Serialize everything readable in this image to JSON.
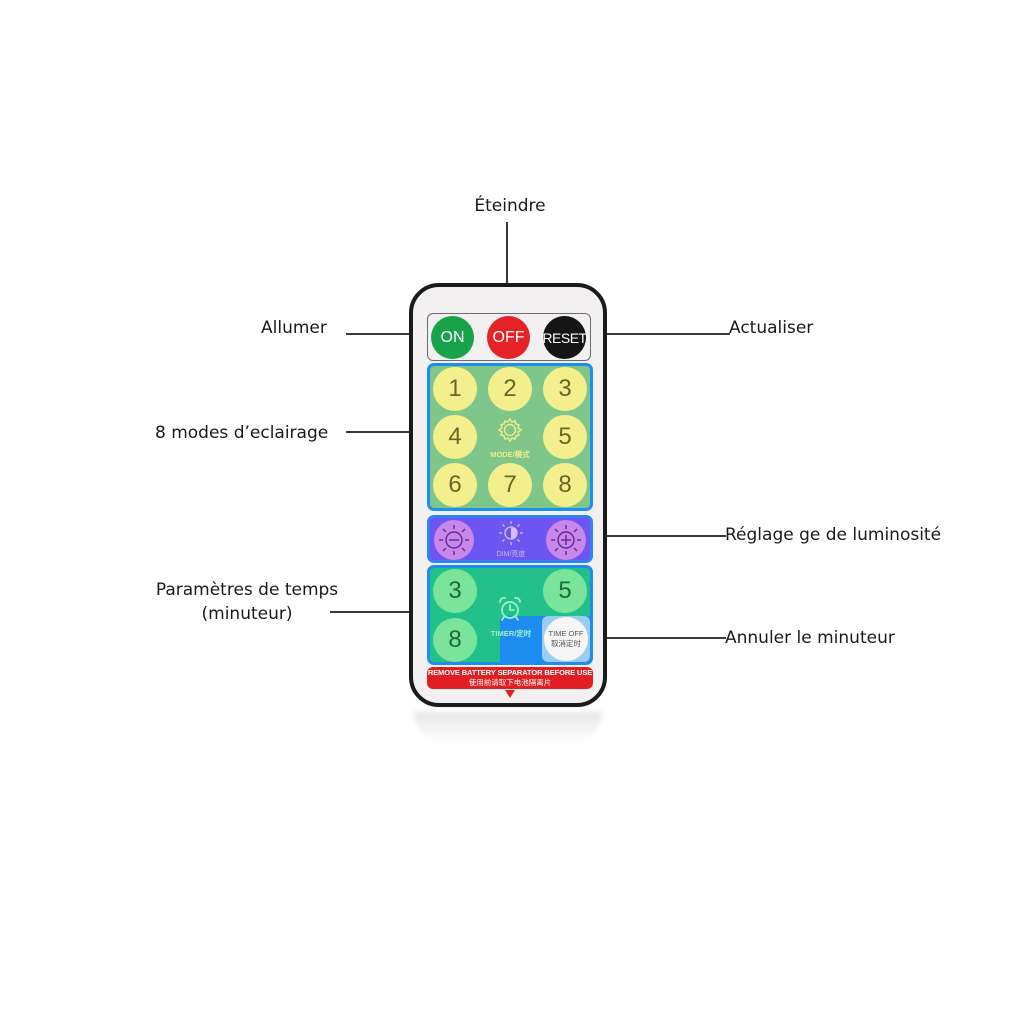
{
  "annotations": {
    "off": "Éteindre",
    "on": "Allumer",
    "reset": "Actualiser",
    "modes": "8 modes d’eclairage",
    "brightness": "Réglage ge de luminosité",
    "timer_line1": "Paramètres de temps",
    "timer_line2": "(minuteur)",
    "timer_cancel": "Annuler le minuteur"
  },
  "remote": {
    "power_buttons": {
      "on": "ON",
      "off": "OFF",
      "reset": "RESET"
    },
    "mode_buttons": [
      "1",
      "2",
      "3",
      "4",
      "5",
      "6",
      "7",
      "8"
    ],
    "mode_label": "MODE/模式",
    "dim_label": "DIM/亮度",
    "dim_minus_icon": "sun-minus-icon",
    "dim_plus_icon": "sun-plus-icon",
    "timer_buttons": [
      "3",
      "5",
      "8"
    ],
    "timer_label": "TIMER/定时",
    "time_off_line1": "TIME OFF",
    "time_off_line2": "取消定时",
    "warning_line1": "REMOVE BATTERY SEPARATOR BEFORE USE",
    "warning_line2": "使用前请取下电池隔离片"
  },
  "colors": {
    "on": "#18a34a",
    "off": "#e52226",
    "reset": "#151515",
    "mode_panel": "#7fc68b",
    "mode_button": "#f3ef8c",
    "dim_panel": "#6d55f1",
    "dim_button": "#c987ec",
    "timer_panel": "#22c08a",
    "timer_button": "#7ae59a",
    "panel_border": "#1c8ff0",
    "warning": "#e11f22"
  }
}
